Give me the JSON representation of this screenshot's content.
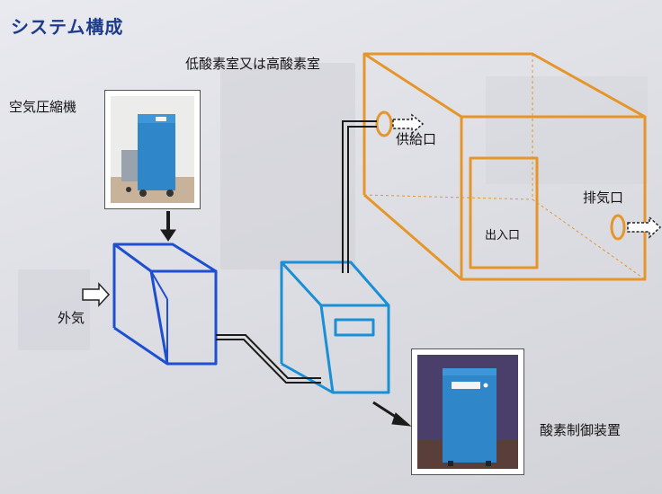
{
  "title": "システム構成",
  "labels": {
    "compressor": "空気圧縮機",
    "outside_air": "外気",
    "chamber": "低酸素室又は高酸素室",
    "supply_port": "供給口",
    "exhaust_port": "排気口",
    "entrance": "出入口",
    "controller": "酸素制御装置"
  },
  "icons": {
    "flow_arrow": "hollow-arrow-icon",
    "down_arrow": "solid-arrow-icon"
  },
  "colors": {
    "title": "#1e3b8c",
    "chamber_outline": "#e5962a",
    "unit_outline": "#1a8fd6",
    "compressor_outline": "#1d4fd0",
    "machine_blue": "#2f86c8"
  }
}
